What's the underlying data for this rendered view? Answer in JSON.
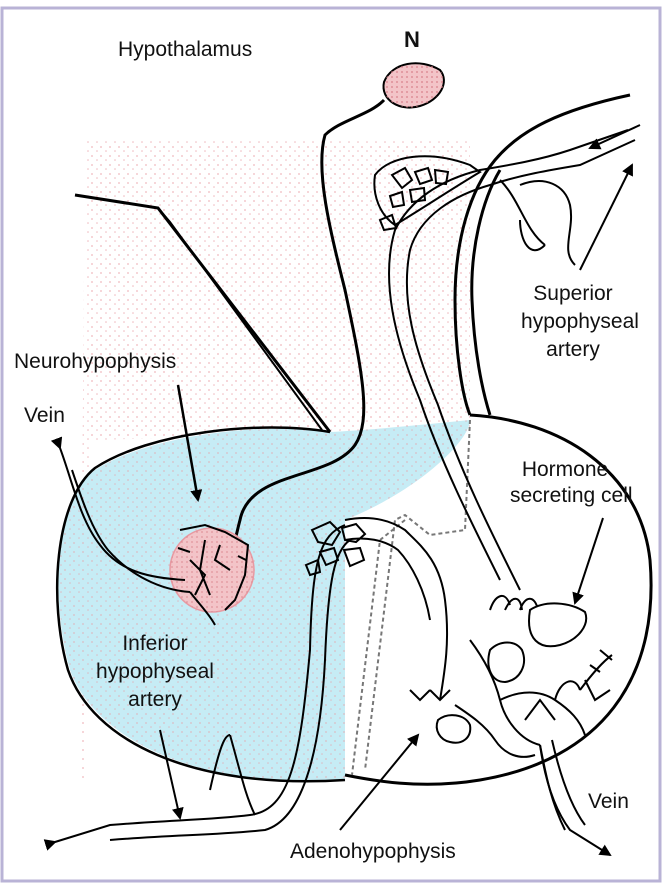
{
  "colors": {
    "frame": "#b9b3d6",
    "neuro_fill": "#c6ecf5",
    "stipple": "#e89aa2",
    "nucleus_fill": "#f3c4c8",
    "ink": "#000000"
  },
  "labels": {
    "hypothalamus": "Hypothalamus",
    "nucleus": "N",
    "neurohypophysis": "Neurohypophysis",
    "vein_left": "Vein",
    "superior_l1": "Superior",
    "superior_l2": "hypophyseal",
    "superior_l3": "artery",
    "hormone_l1": "Hormone",
    "hormone_l2": "secreting cell",
    "inferior_l1": "Inferior",
    "inferior_l2": "hypophyseal",
    "inferior_l3": "artery",
    "vein_right": "Vein",
    "adenohypophysis": "Adenohypophysis"
  }
}
